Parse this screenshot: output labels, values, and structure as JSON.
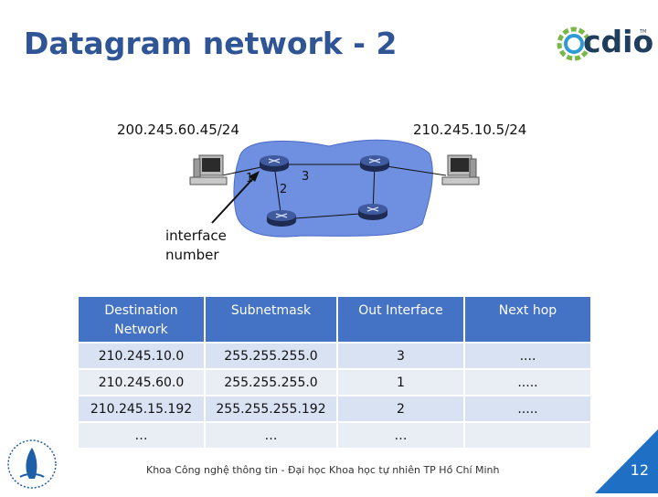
{
  "slide": {
    "title": "Datagram network - 2",
    "logo_text": "cdio",
    "logo_tm": "TM"
  },
  "diagram": {
    "left_address": "200.245.60.45/24",
    "right_address": "210.245.10.5/24",
    "interface_labels": [
      "1",
      "2",
      "3"
    ],
    "interface_note_line1": "interface",
    "interface_note_line2": "number"
  },
  "table": {
    "headers": [
      "Destination Network",
      "Subnetmask",
      "Out Interface",
      "Next hop"
    ],
    "rows": [
      [
        "210.245.10.0",
        "255.255.255.0",
        "3",
        "...."
      ],
      [
        "210.245.60.0",
        "255.255.255.0",
        "1",
        "....."
      ],
      [
        "210.245.15.192",
        "255.255.255.192",
        "2",
        "....."
      ],
      [
        "…",
        "…",
        "…",
        ""
      ]
    ]
  },
  "footer": {
    "text": "Khoa Công nghệ thông tin - Đại học Khoa học tự nhiên TP Hồ Chí Minh",
    "page_number": "12"
  },
  "colors": {
    "title": "#2f5597",
    "header_bg": "#4472c4",
    "row_bg": "#d9e2f3",
    "cloud": "#6f8fe0",
    "page_badge": "#1f6fc5"
  }
}
